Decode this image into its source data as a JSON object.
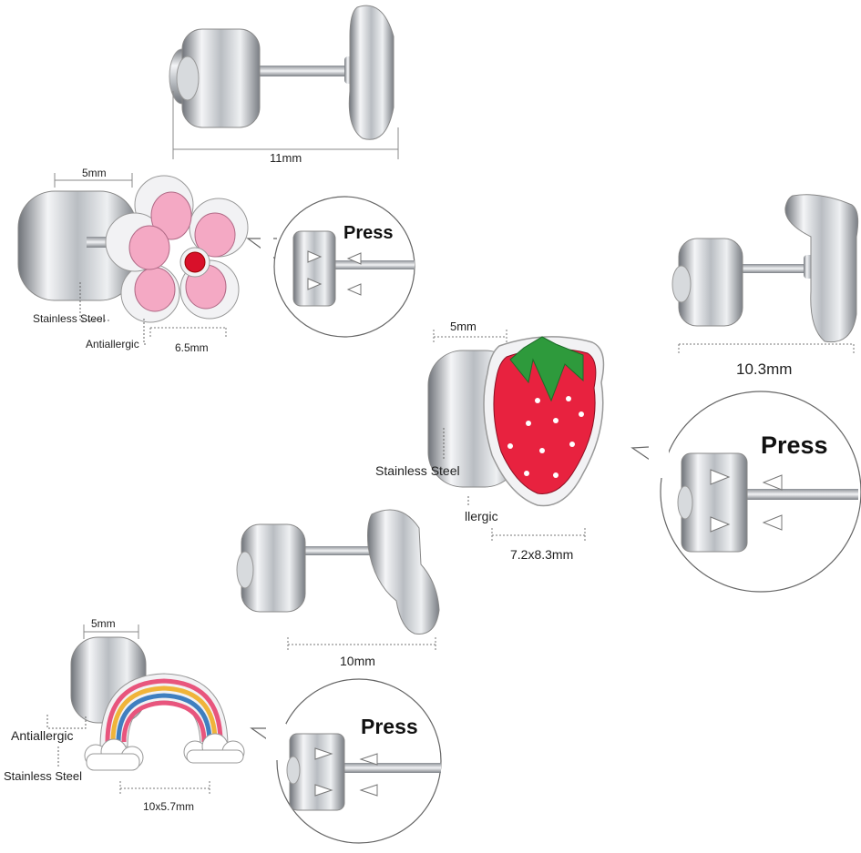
{
  "labels": {
    "top_length": "11mm",
    "flower_head": "5mm",
    "flower_material": "Stainless Steel",
    "flower_antiallergic": "Antiallergic",
    "flower_size": "6.5mm",
    "flower_press": "Press",
    "right_length": "10.3mm",
    "strawberry_head": "5mm",
    "strawberry_material": "Stainless Steel",
    "strawberry_antiallergic": "llergic",
    "strawberry_size": "7.2x8.3mm",
    "strawberry_press": "Press",
    "mid_length": "10mm",
    "rainbow_head": "5mm",
    "rainbow_antiallergic": "Antiallergic",
    "rainbow_material": "Stainless Steel",
    "rainbow_size": "10x5.7mm",
    "rainbow_press": "Press"
  },
  "colors": {
    "flower_petal": "#f4a9c4",
    "flower_center": "#d8102a",
    "strawberry_body": "#e8223f",
    "strawberry_leaf": "#2e9a3c",
    "rainbow_pink": "#e8557d",
    "rainbow_yellow": "#f0b43a",
    "rainbow_blue": "#3f7fc0",
    "metal": "#c9ccd0"
  }
}
